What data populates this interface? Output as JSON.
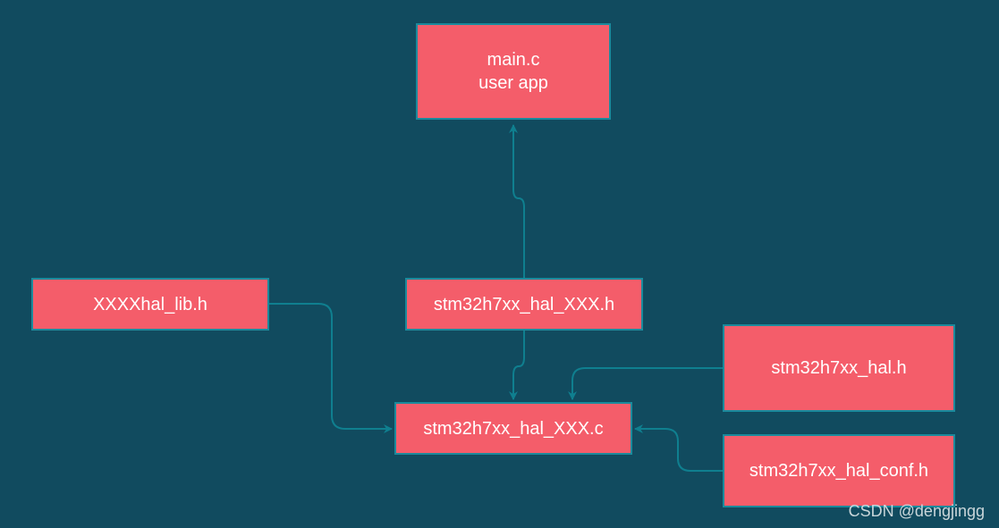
{
  "colors": {
    "background": "#114b5f",
    "node_fill": "#f45d6a",
    "node_border": "#1b8a9c",
    "edge": "#0f7f8f",
    "text": "#ffffff"
  },
  "nodes": {
    "main": {
      "line1": "main.c",
      "line2": "user app"
    },
    "lib": {
      "label": "XXXXhal_lib.h"
    },
    "xxx_h": {
      "label": "stm32h7xx_hal_XXX.h"
    },
    "hal_h": {
      "label": "stm32h7xx_hal.h"
    },
    "xxx_c": {
      "label": "stm32h7xx_hal_XXX.c"
    },
    "conf_h": {
      "label": "stm32h7xx_hal_conf.h"
    }
  },
  "edges": [
    {
      "from": "stm32h7xx_hal_XXX.h",
      "to": "main.c"
    },
    {
      "from": "stm32h7xx_hal_XXX.h",
      "to": "stm32h7xx_hal_XXX.c"
    },
    {
      "from": "XXXXhal_lib.h",
      "to": "stm32h7xx_hal_XXX.c"
    },
    {
      "from": "stm32h7xx_hal.h",
      "to": "stm32h7xx_hal_XXX.c"
    },
    {
      "from": "stm32h7xx_hal_conf.h",
      "to": "stm32h7xx_hal_XXX.c"
    }
  ],
  "watermark": "CSDN @dengjingg"
}
